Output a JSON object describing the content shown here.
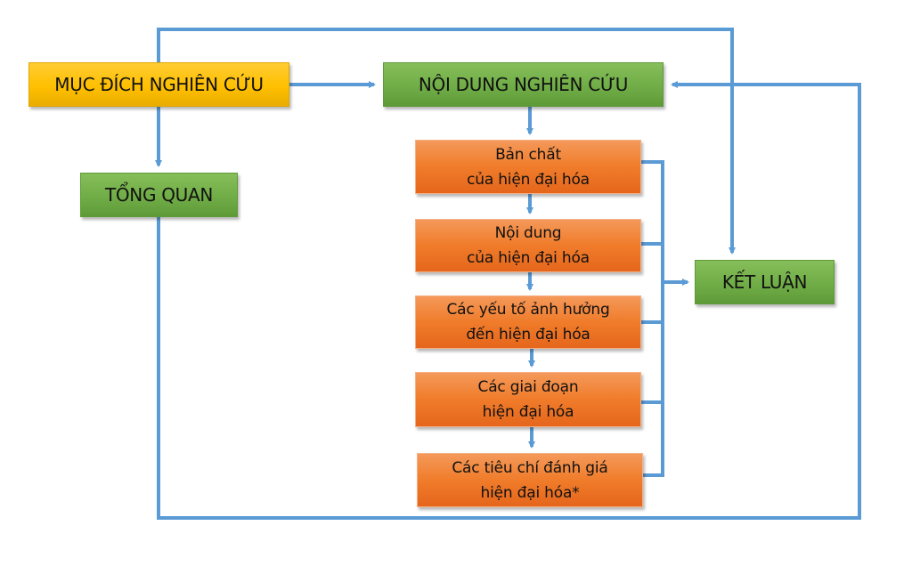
{
  "diagram": {
    "nodes": {
      "muc_dich": {
        "label": "MỤC ĐÍCH NGHIÊN CỨU",
        "color": "#ffc000"
      },
      "noi_dung": {
        "label": "NỘI DUNG NGHIÊN CỨU",
        "color": "#70ad47"
      },
      "tong_quan": {
        "label": "TỔNG QUAN",
        "color": "#70ad47"
      },
      "ket_luan": {
        "label": "KẾT LUẬN",
        "color": "#70ad47"
      },
      "steps": [
        {
          "label": "Bản chất\ncủa hiện đại hóa",
          "color": "#f07c2a"
        },
        {
          "label": "Nội dung\ncủa hiện đại hóa",
          "color": "#f07c2a"
        },
        {
          "label": "Các yếu tố ảnh hưởng\nđến hiện đại hóa",
          "color": "#f07c2a"
        },
        {
          "label": "Các giai đoạn\nhiện đại hóa",
          "color": "#f07c2a"
        },
        {
          "label": "Các tiêu chí đánh giá\nhiện đại hóa*",
          "color": "#f07c2a"
        }
      ]
    },
    "edges": [
      {
        "from": "MỤC ĐÍCH NGHIÊN CỨU",
        "to": "NỘI DUNG NGHIÊN CỨU"
      },
      {
        "from": "MỤC ĐÍCH NGHIÊN CỨU",
        "to": "TỔNG QUAN"
      },
      {
        "from": "MỤC ĐÍCH NGHIÊN CỨU",
        "to": "KẾT LUẬN"
      },
      {
        "from": "NỘI DUNG NGHIÊN CỨU",
        "to": "Bản chất của hiện đại hóa"
      },
      {
        "from": "Bản chất của hiện đại hóa",
        "to": "Nội dung của hiện đại hóa"
      },
      {
        "from": "Nội dung của hiện đại hóa",
        "to": "Các yếu tố ảnh hưởng đến hiện đại hóa"
      },
      {
        "from": "Các yếu tố ảnh hưởng đến hiện đại hóa",
        "to": "Các giai đoạn hiện đại hóa"
      },
      {
        "from": "Các giai đoạn hiện đại hóa",
        "to": "Các tiêu chí đánh giá hiện đại hóa*"
      },
      {
        "from": "All steps",
        "to": "KẾT LUẬN"
      },
      {
        "from": "TỔNG QUAN",
        "to": "NỘI DUNG NGHIÊN CỨU"
      }
    ],
    "connector_color": "#5b9bd5"
  }
}
